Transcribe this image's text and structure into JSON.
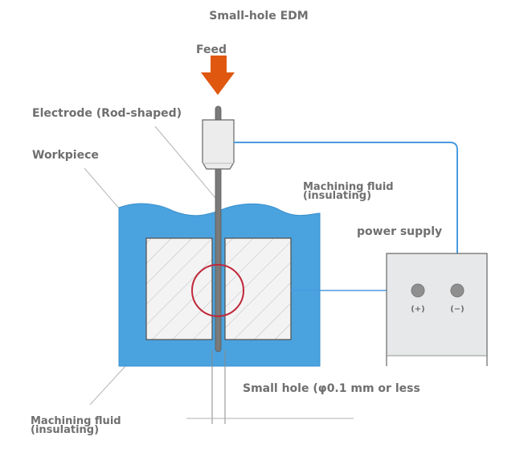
{
  "title": "Small-hole EDM",
  "labels": {
    "feed": "Feed",
    "electrode": "Electrode (Rod-shaped)",
    "workpiece": "Workpiece",
    "fluid_top_line1": "Machining fluid",
    "fluid_top_line2": "(insulating)",
    "power_supply": "power supply",
    "plus_terminal": "(+)",
    "minus_terminal": "(−)",
    "small_hole": "Small hole (φ0.1 mm or less",
    "fluid_bottom_line1": "Machining fluid",
    "fluid_bottom_line2": "(insulating)"
  },
  "colors": {
    "fluid": "#4aa3df",
    "fluid_edge": "#3a8fcc",
    "feed_arrow": "#e0570f",
    "wire": "#4a9be0",
    "highlight_circle": "#c0283a",
    "electrode_rod": "#7a7a7a",
    "workpiece_fill": "#f2f2f2",
    "power_box": "#e6e8e9",
    "label_text": "#6f6f6f"
  }
}
